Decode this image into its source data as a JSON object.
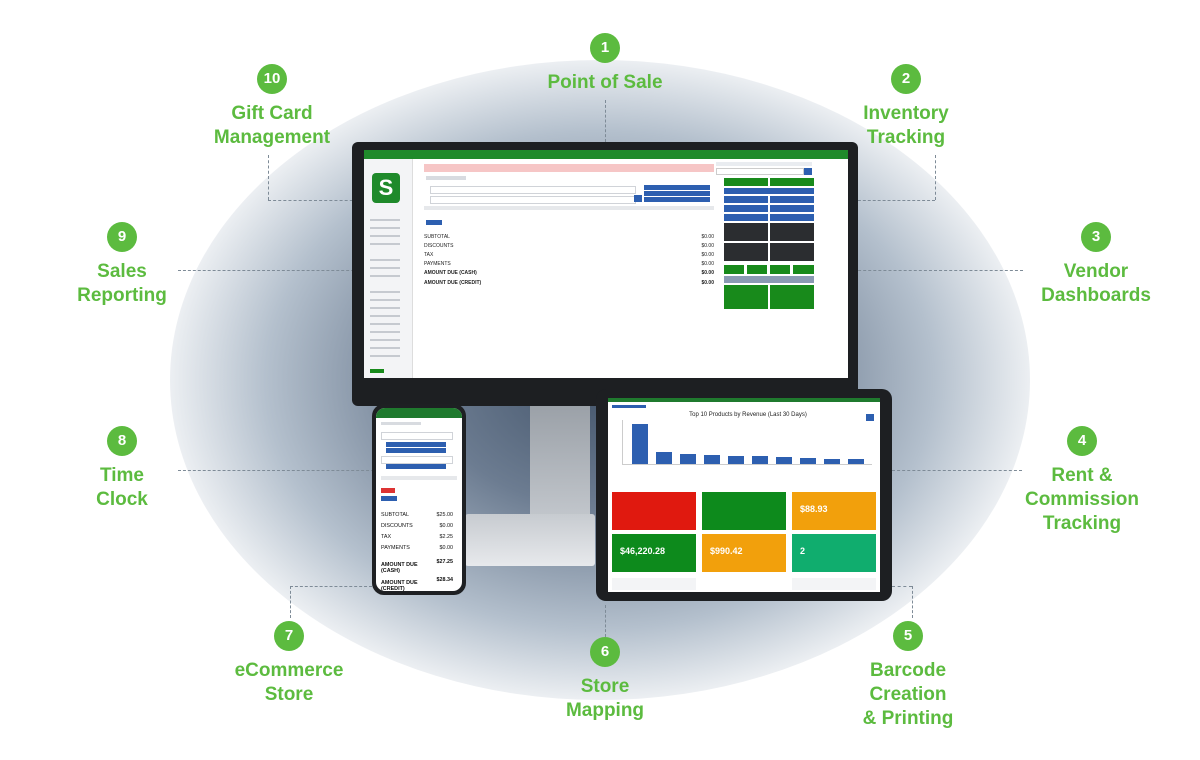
{
  "features": [
    {
      "num": "1",
      "label": "Point of Sale"
    },
    {
      "num": "2",
      "label": "Inventory\nTracking"
    },
    {
      "num": "3",
      "label": "Vendor\nDashboards"
    },
    {
      "num": "4",
      "label": "Rent &\nCommission\nTracking"
    },
    {
      "num": "5",
      "label": "Barcode\nCreation\n& Printing"
    },
    {
      "num": "6",
      "label": "Store\nMapping"
    },
    {
      "num": "7",
      "label": "eCommerce\nStore"
    },
    {
      "num": "8",
      "label": "Time\nClock"
    },
    {
      "num": "9",
      "label": "Sales\nReporting"
    },
    {
      "num": "10",
      "label": "Gift Card\nManagement"
    }
  ],
  "monitor": {
    "totals": [
      {
        "label": "SUBTOTAL",
        "value": "$0.00"
      },
      {
        "label": "DISCOUNTS",
        "value": "$0.00"
      },
      {
        "label": "TAX",
        "value": "$0.00"
      },
      {
        "label": "PAYMENTS",
        "value": "$0.00"
      },
      {
        "label": "AMOUNT DUE (CASH)",
        "value": "$0.00"
      },
      {
        "label": "AMOUNT DUE (CREDIT)",
        "value": "$0.00"
      }
    ]
  },
  "phone": {
    "totals": [
      {
        "label": "SUBTOTAL",
        "value": "$25.00"
      },
      {
        "label": "DISCOUNTS",
        "value": "$0.00"
      },
      {
        "label": "TAX",
        "value": "$2.25"
      },
      {
        "label": "PAYMENTS",
        "value": "$0.00"
      },
      {
        "label": "AMOUNT DUE\n(CASH)",
        "value": "$27.25"
      },
      {
        "label": "AMOUNT DUE\n(CREDIT)",
        "value": "$28.34"
      }
    ]
  },
  "tablet": {
    "chart_title": "Top 10 Products by Revenue (Last 30 Days)",
    "amounts": {
      "c3": "$88.93",
      "c4": "$46,220.28",
      "c5": "$990.42",
      "c6": "2"
    },
    "colors": {
      "red": "#e0190f",
      "green": "#0d8a1c",
      "amber": "#f2a00c",
      "teal": "#10ad6e"
    }
  },
  "colors": {
    "accent": "#5cbb3f",
    "pos_green": "#1f8a2b",
    "pos_blue": "#2d5fb0"
  }
}
